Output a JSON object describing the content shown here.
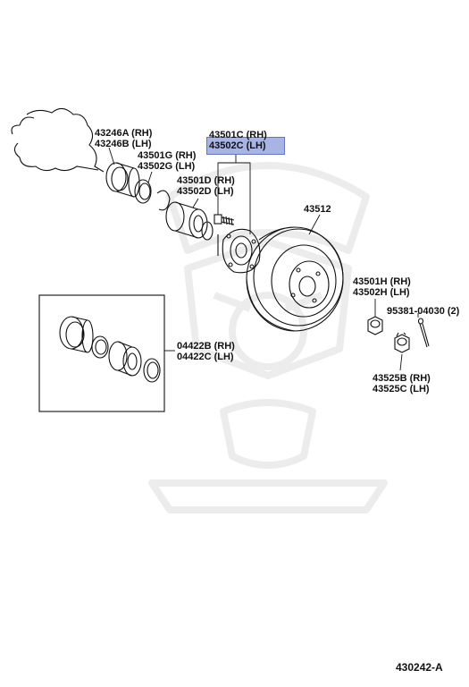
{
  "labels": {
    "p43246": [
      "43246A (RH)",
      "43246B (LH)"
    ],
    "p43501c": [
      "43501C (RH)",
      "43502C (LH)"
    ],
    "p43501g": [
      "43501G (RH)",
      "43502G (LH)"
    ],
    "p43501d": [
      "43501D (RH)",
      "43502D (LH)"
    ],
    "p43512": "43512",
    "p43501h": [
      "43501H (RH)",
      "43502H (LH)"
    ],
    "p95381": "95381-04030 (2)",
    "p04422": [
      "04422B (RH)",
      "04422C (LH)"
    ],
    "p43525": [
      "43525B (RH)",
      "43525C (LH)"
    ],
    "figure_no": "430242-A"
  },
  "highlight": {
    "part": "43502C (LH)",
    "color": "#9aa8e0",
    "border": "#4a5cc0"
  }
}
